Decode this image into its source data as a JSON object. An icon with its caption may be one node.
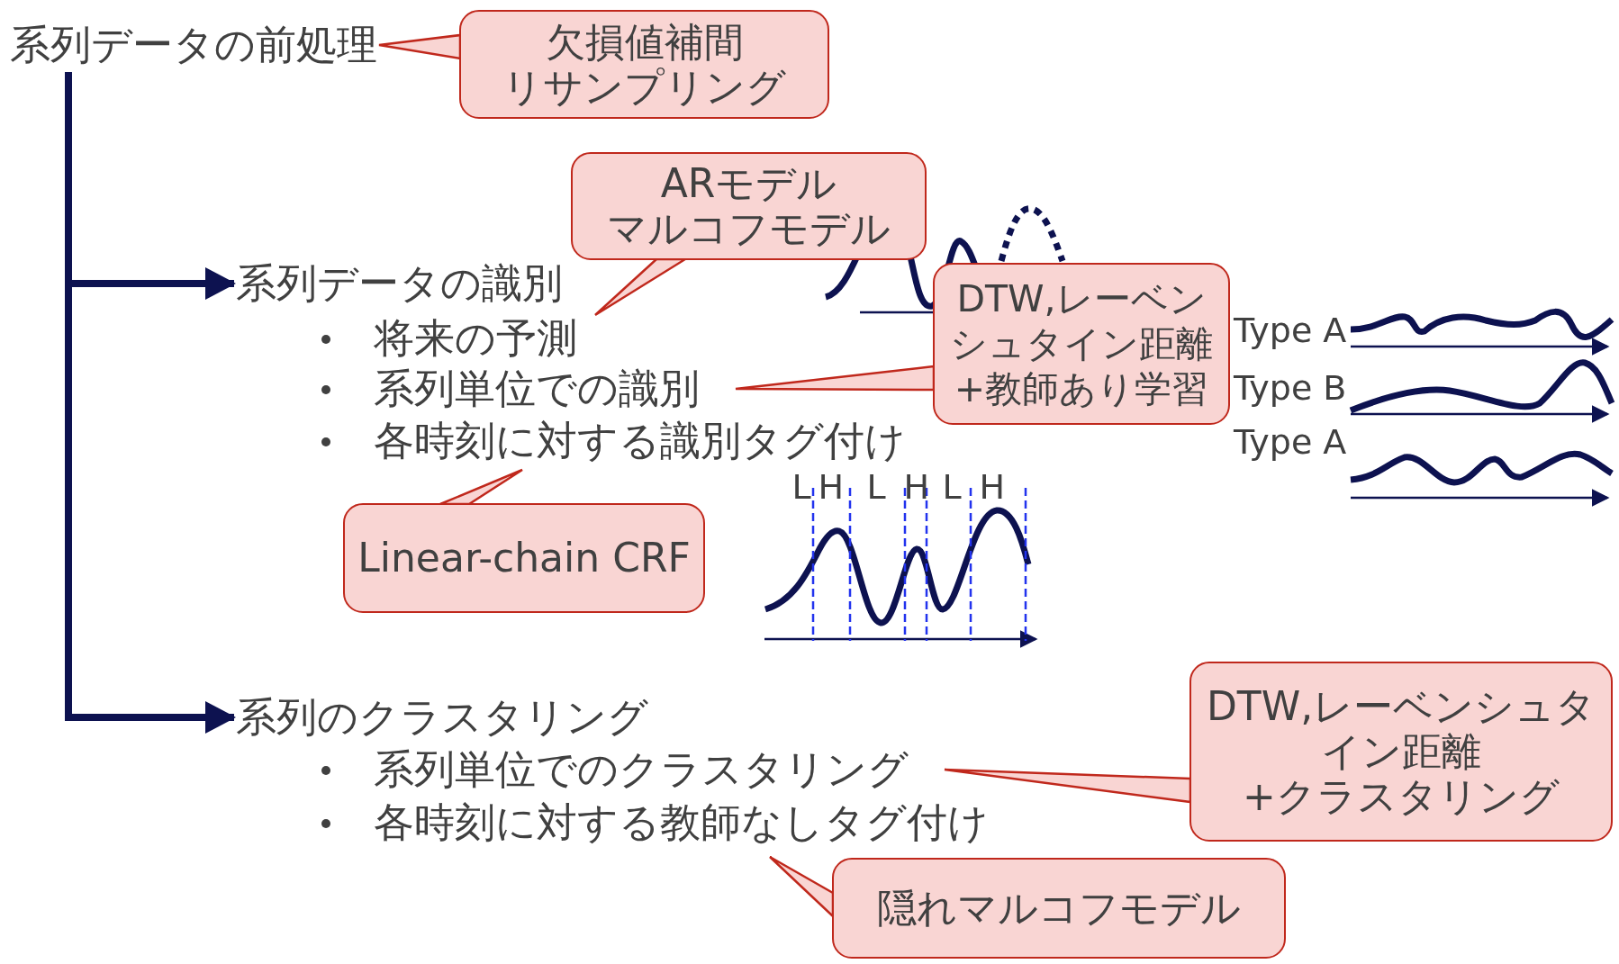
{
  "diagram": {
    "nodes": [
      {
        "text": [
          "系列データの前処理"
        ]
      },
      {
        "text": [
          "欠損値補間",
          "リサンプリング"
        ]
      },
      {
        "text": [
          "系列データの識別"
        ]
      },
      {
        "text": [
          "将来の予測"
        ]
      },
      {
        "text": [
          "系列単位での識別"
        ]
      },
      {
        "text": [
          "各時刻に対する識別タグ付け"
        ]
      },
      {
        "text": [
          "ARモデル",
          "マルコフモデル"
        ]
      },
      {
        "text": [
          "DTW,レーベンシュタイン距離",
          "+教師あり学習"
        ]
      },
      {
        "text": [
          "Linear-chain CRF"
        ]
      },
      {
        "text": [
          "系列のクラスタリング"
        ]
      },
      {
        "text": [
          "系列単位でのクラスタリング"
        ]
      },
      {
        "text": [
          "各時刻に対する教師なしタグ付け"
        ]
      },
      {
        "text": [
          "DTW,レーベンシュタイン距離",
          "+クラスタリング"
        ]
      },
      {
        "text": [
          "隠れマルコフモデル"
        ]
      }
    ],
    "edges": [
      {
        "from": 0,
        "to": 2,
        "arrow": "to"
      },
      {
        "from": 0,
        "to": 9,
        "arrow": "to"
      },
      {
        "from": 1,
        "to": 0,
        "arrow": "none",
        "color": "#c0281c"
      },
      {
        "from": 6,
        "to": 3,
        "arrow": "none",
        "color": "#c0281c"
      },
      {
        "from": 7,
        "to": 4,
        "arrow": "none",
        "color": "#c0281c"
      },
      {
        "from": 8,
        "to": 5,
        "arrow": "none",
        "color": "#c0281c"
      },
      {
        "from": 12,
        "to": 10,
        "arrow": "none",
        "color": "#c0281c"
      },
      {
        "from": 13,
        "to": 11,
        "arrow": "none",
        "color": "#c0281c"
      }
    ],
    "labels": [
      "Type A",
      "Type B",
      "Type A",
      "L",
      "H",
      "L",
      "H",
      "L",
      "H"
    ]
  }
}
